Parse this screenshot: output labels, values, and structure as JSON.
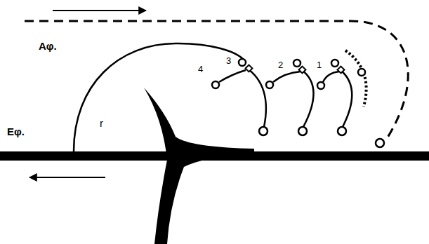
{
  "diagram": {
    "labels": [
      "Αφ.",
      "Εφ.",
      "r",
      "4",
      "3",
      "2",
      "1"
    ]
  }
}
